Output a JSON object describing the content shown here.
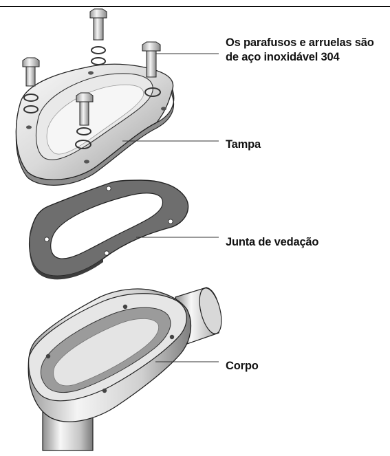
{
  "labels": {
    "screws_line1": "Os parafusos e arruelas são",
    "screws_line2": "de aço inoxidável 304",
    "cover": "Tampa",
    "gasket": "Junta de vedação",
    "body": "Corpo"
  },
  "colors": {
    "metal_light": "#f2f2f2",
    "metal_mid": "#c9c9c9",
    "metal_dark": "#8a8a8a",
    "gasket": "#6e6e6e",
    "outline": "#222222",
    "leader": "#333333"
  }
}
